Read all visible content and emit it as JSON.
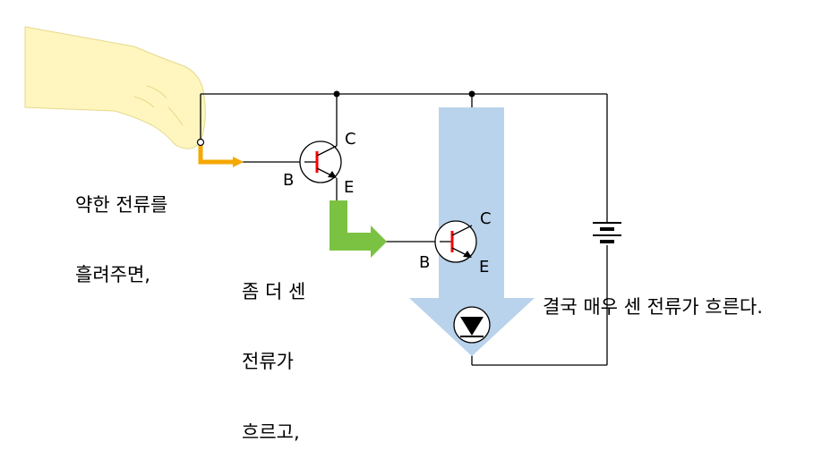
{
  "annotations": {
    "weak_current": [
      "약한 전류를",
      "흘려주면,"
    ],
    "stronger_current": [
      "좀 더 센",
      "전류가",
      "흐르고,"
    ],
    "result": "결국 매우 센 전류가 흐른다."
  },
  "transistor1": {
    "collector": "C",
    "base": "B",
    "emitter": "E"
  },
  "transistor2": {
    "collector": "C",
    "base": "B",
    "emitter": "E"
  },
  "colors": {
    "hand_fill": "#fff6bf",
    "hand_stroke": "#e6d88a",
    "weak_arrow": "#f5a800",
    "medium_arrow": "#7cc242",
    "strong_arrow": "#b9d3ec",
    "wire": "#000000",
    "base_marker": "#ff0000"
  }
}
